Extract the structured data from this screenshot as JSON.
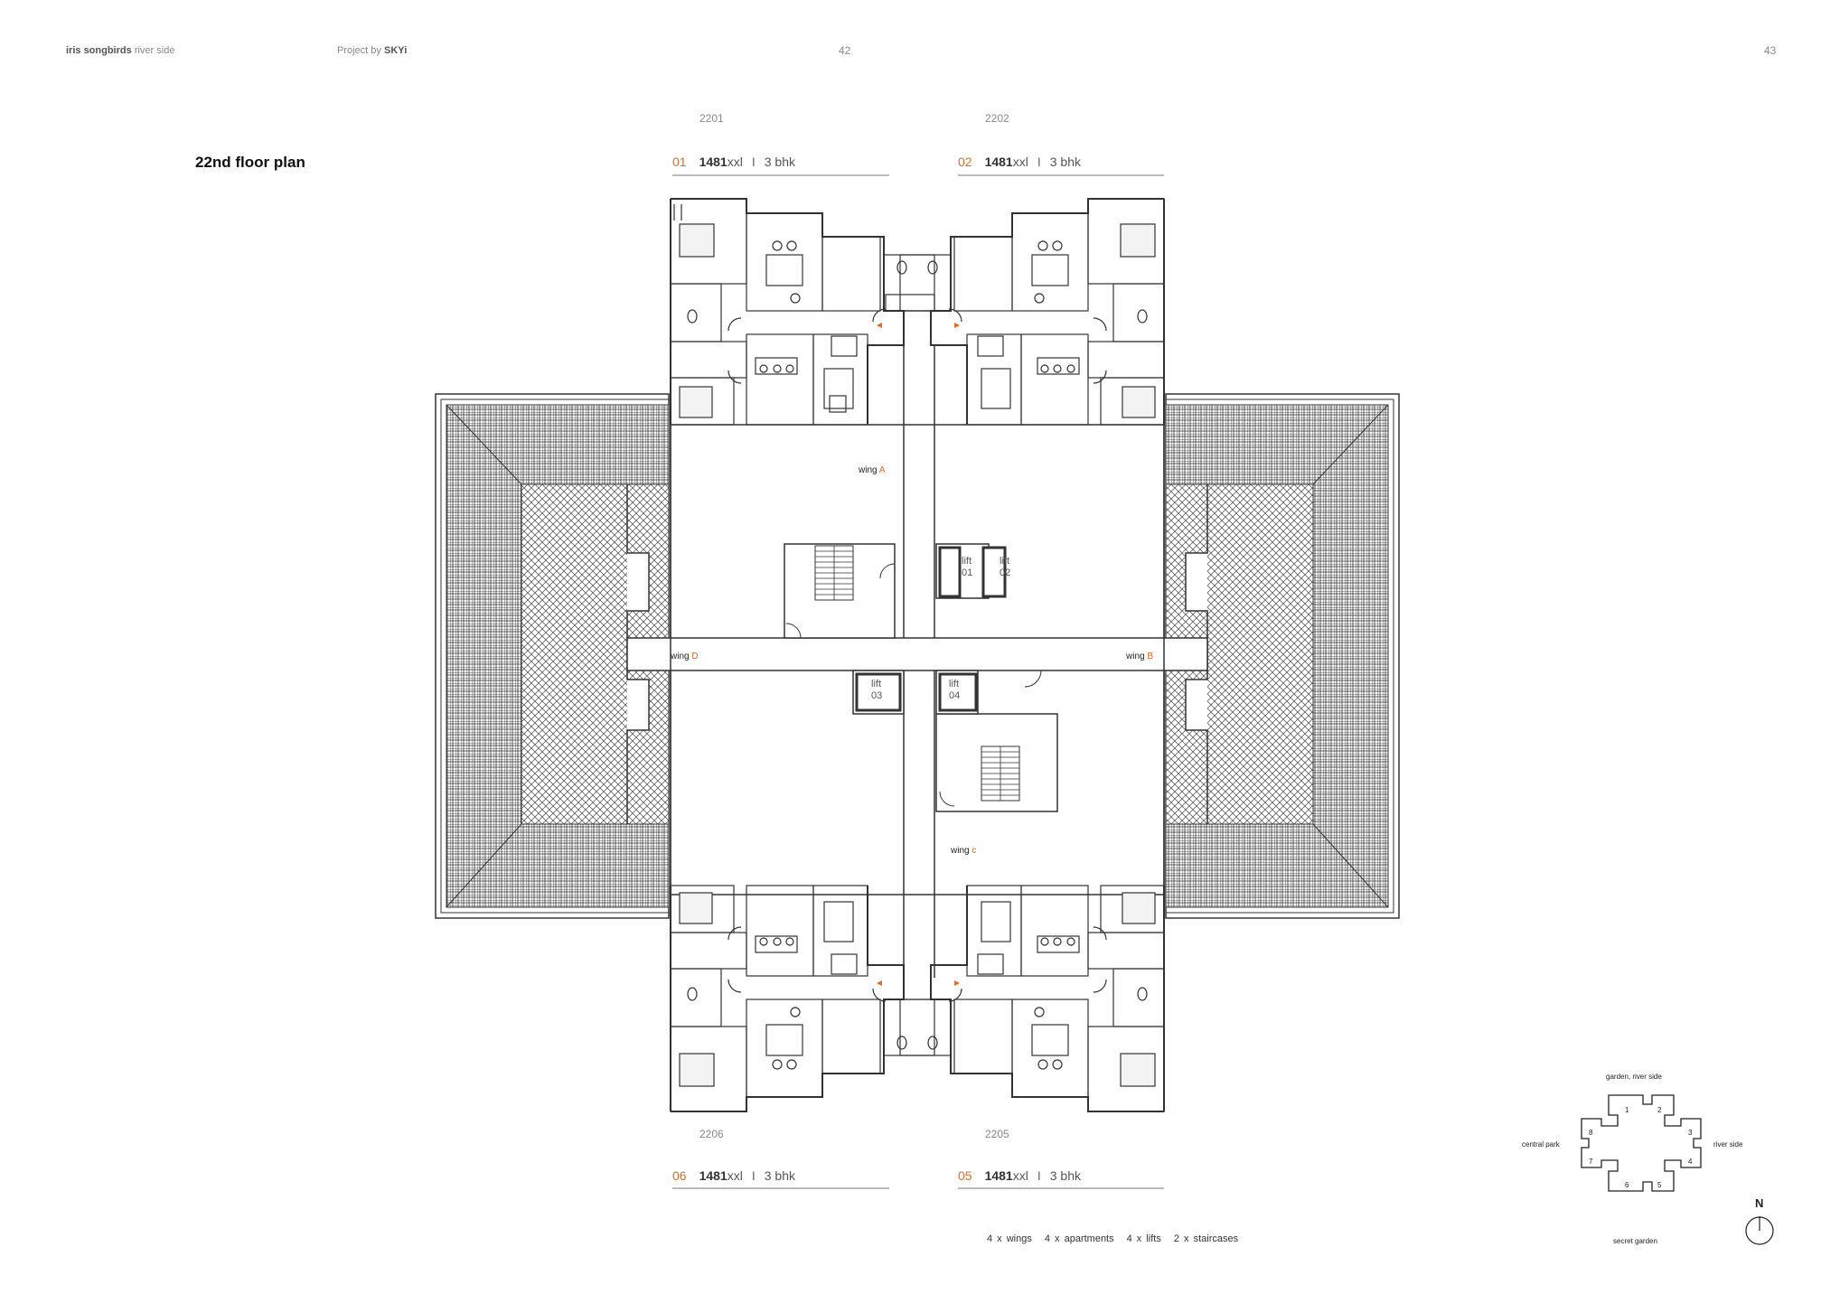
{
  "header": {
    "project_bold": "iris songbirds",
    "project_rest": "river side",
    "by_prefix": "Project by",
    "by_brand": "SKYi",
    "page_left": "42",
    "page_right": "43"
  },
  "title": "22nd floor plan",
  "units": [
    {
      "code": "2201",
      "num": "01",
      "area": "1481",
      "suffix": "xxl",
      "sep": "I",
      "type": "3 bhk"
    },
    {
      "code": "2202",
      "num": "02",
      "area": "1481",
      "suffix": "xxl",
      "sep": "I",
      "type": "3 bhk"
    },
    {
      "code": "2206",
      "num": "06",
      "area": "1481",
      "suffix": "xxl",
      "sep": "I",
      "type": "3 bhk"
    },
    {
      "code": "2205",
      "num": "05",
      "area": "1481",
      "suffix": "xxl",
      "sep": "I",
      "type": "3 bhk"
    }
  ],
  "plan": {
    "wing_word": "wing",
    "wings": {
      "a": "A",
      "b": "B",
      "c": "c",
      "d": "D"
    },
    "lift_word": "lift",
    "lifts": [
      "01",
      "02",
      "03",
      "04"
    ]
  },
  "summary": [
    "4 x wings",
    "4 x apartments",
    "4 x lifts",
    "2 x staircases"
  ],
  "key_plan": {
    "top": "garden, river side",
    "left": "central park",
    "right": "river side",
    "bottom": "secret garden",
    "numbers": [
      "1",
      "2",
      "3",
      "4",
      "5",
      "6",
      "7",
      "8"
    ],
    "north": "N"
  },
  "colors": {
    "accent": "#e06a2c"
  }
}
